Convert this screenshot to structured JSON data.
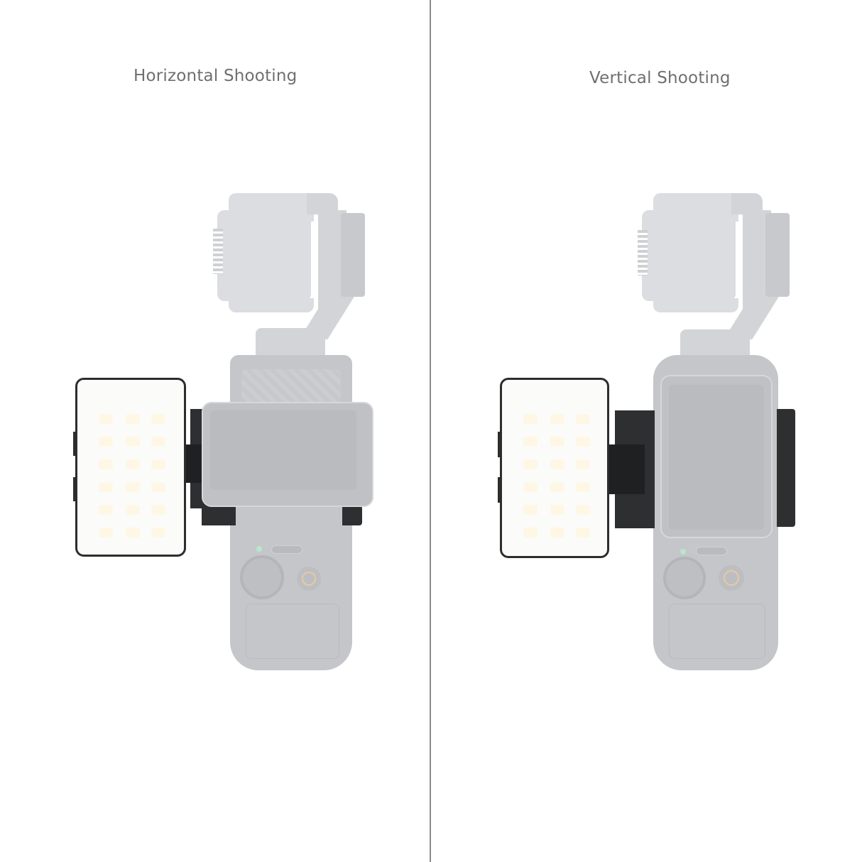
{
  "panels": [
    {
      "id": "horizontal",
      "title": "Horizontal Shooting"
    },
    {
      "id": "vertical",
      "title": "Vertical Shooting"
    }
  ],
  "colors": {
    "background": "#ffffff",
    "title_text": "#6f6f6f",
    "divider": "#8a8a8a",
    "device_body": "#c4c6ca",
    "gimbal": "#dcdde0",
    "bracket": "#2e2f31",
    "light_panel_face": "#fbfbf9",
    "light_panel_frame": "#2d2d2d",
    "status_led": "#b9e6cd",
    "record_ring": "#e8c9a4"
  }
}
